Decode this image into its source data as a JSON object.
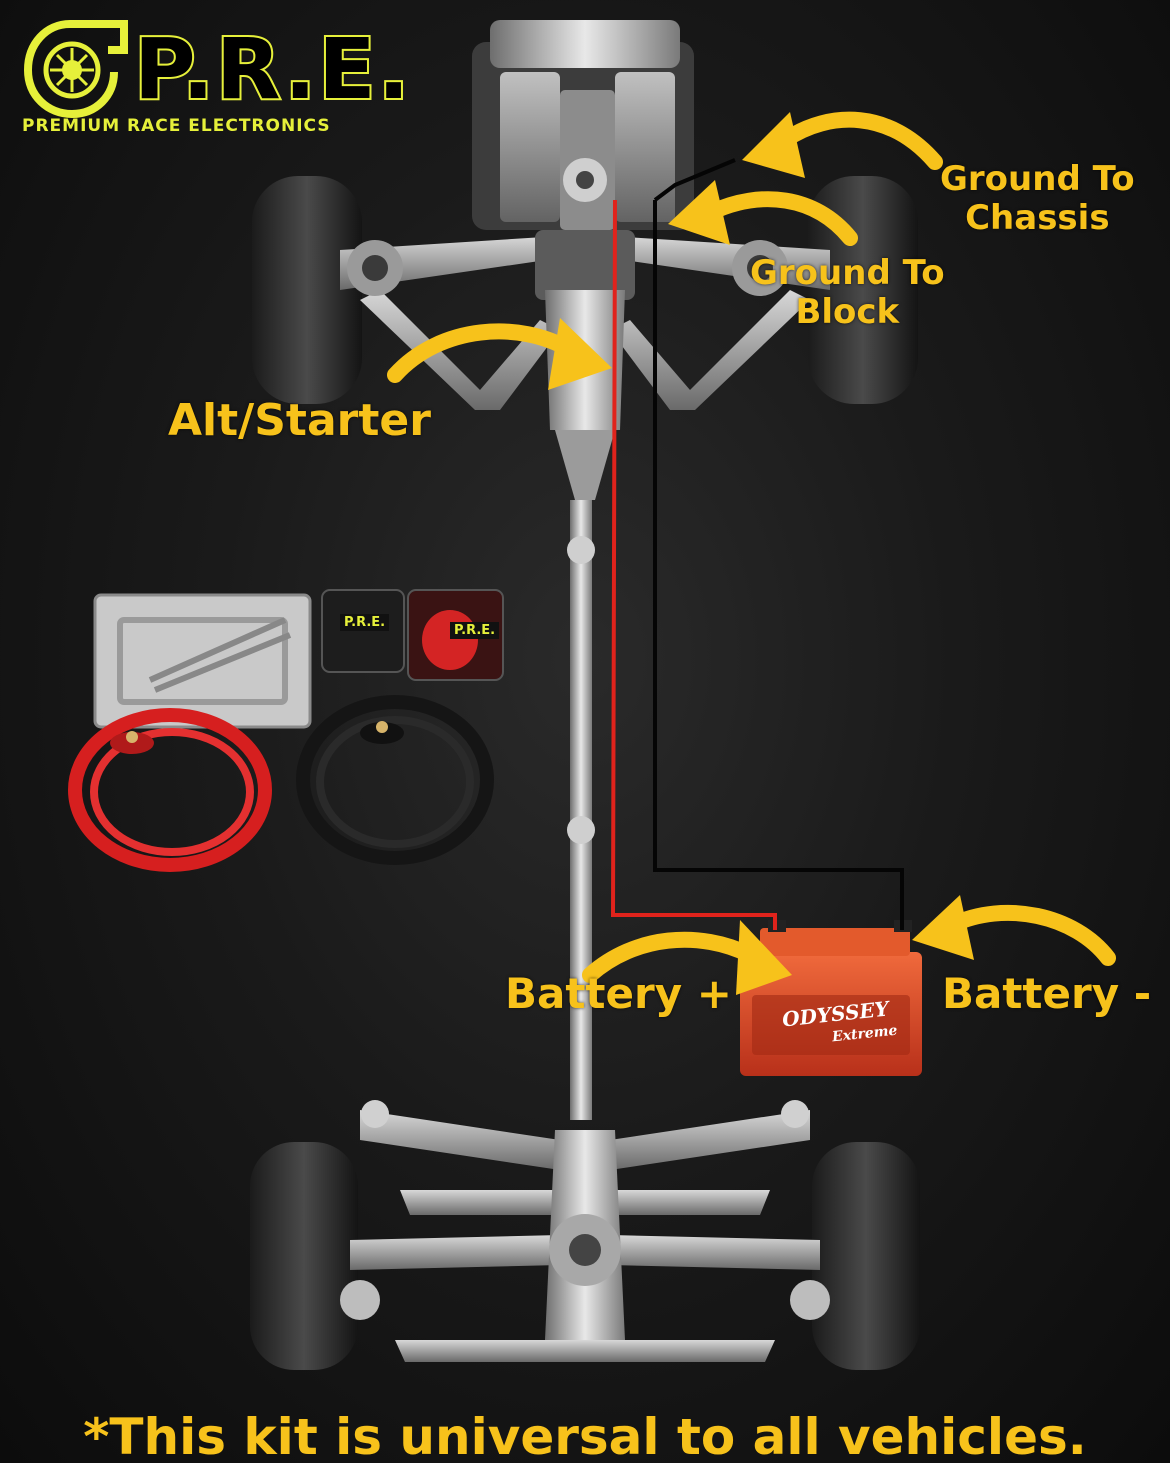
{
  "logo": {
    "wordmark": "P.R.E.",
    "tagline": "PREMIUM RACE ELECTRONICS",
    "colors": {
      "accent": "#e6f03a",
      "background": "#000000"
    }
  },
  "callouts": {
    "ground_to_chassis": [
      "Ground To",
      "Chassis"
    ],
    "ground_to_block": [
      "Ground To",
      "Block"
    ],
    "alt_starter": "Alt/Starter",
    "battery_positive": "Battery +",
    "battery_negative": "Battery -"
  },
  "kit": {
    "bag_label_1": "P.R.E.",
    "bag_label_2": "P.R.E."
  },
  "battery": {
    "brand": "ODYSSEY",
    "model": "Extreme"
  },
  "footnote": "*This kit is universal to all vehicles.",
  "colors": {
    "callout": "#f7c21b",
    "positive_cable": "#e0231c",
    "negative_cable": "#050505",
    "battery_body": "#d9411e"
  },
  "icons": [
    "turbo-icon",
    "curved-arrow-icon"
  ]
}
